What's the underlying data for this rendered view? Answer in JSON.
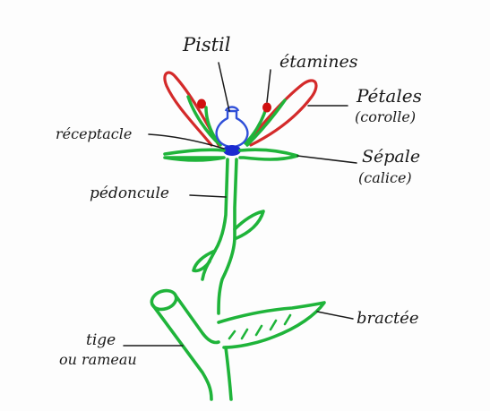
{
  "labels": {
    "pistil": "Pistil",
    "etamines": "étamines",
    "petales": "Pétales",
    "corolle": "(corolle)",
    "receptacle": "réceptacle",
    "sepale": "Sépale",
    "calice": "(calice)",
    "pedoncule": "pédoncule",
    "bractee": "bractée",
    "tige": "tige",
    "rameau": "ou rameau"
  },
  "colors": {
    "stem": "#1fb43a",
    "petal": "#d42a2a",
    "stamen_anther": "#d01010",
    "pistil_outline": "#2f4fd8",
    "receptacle": "#1a2ad0",
    "ink": "#1a1a1a",
    "background": "#fdfdfd"
  }
}
